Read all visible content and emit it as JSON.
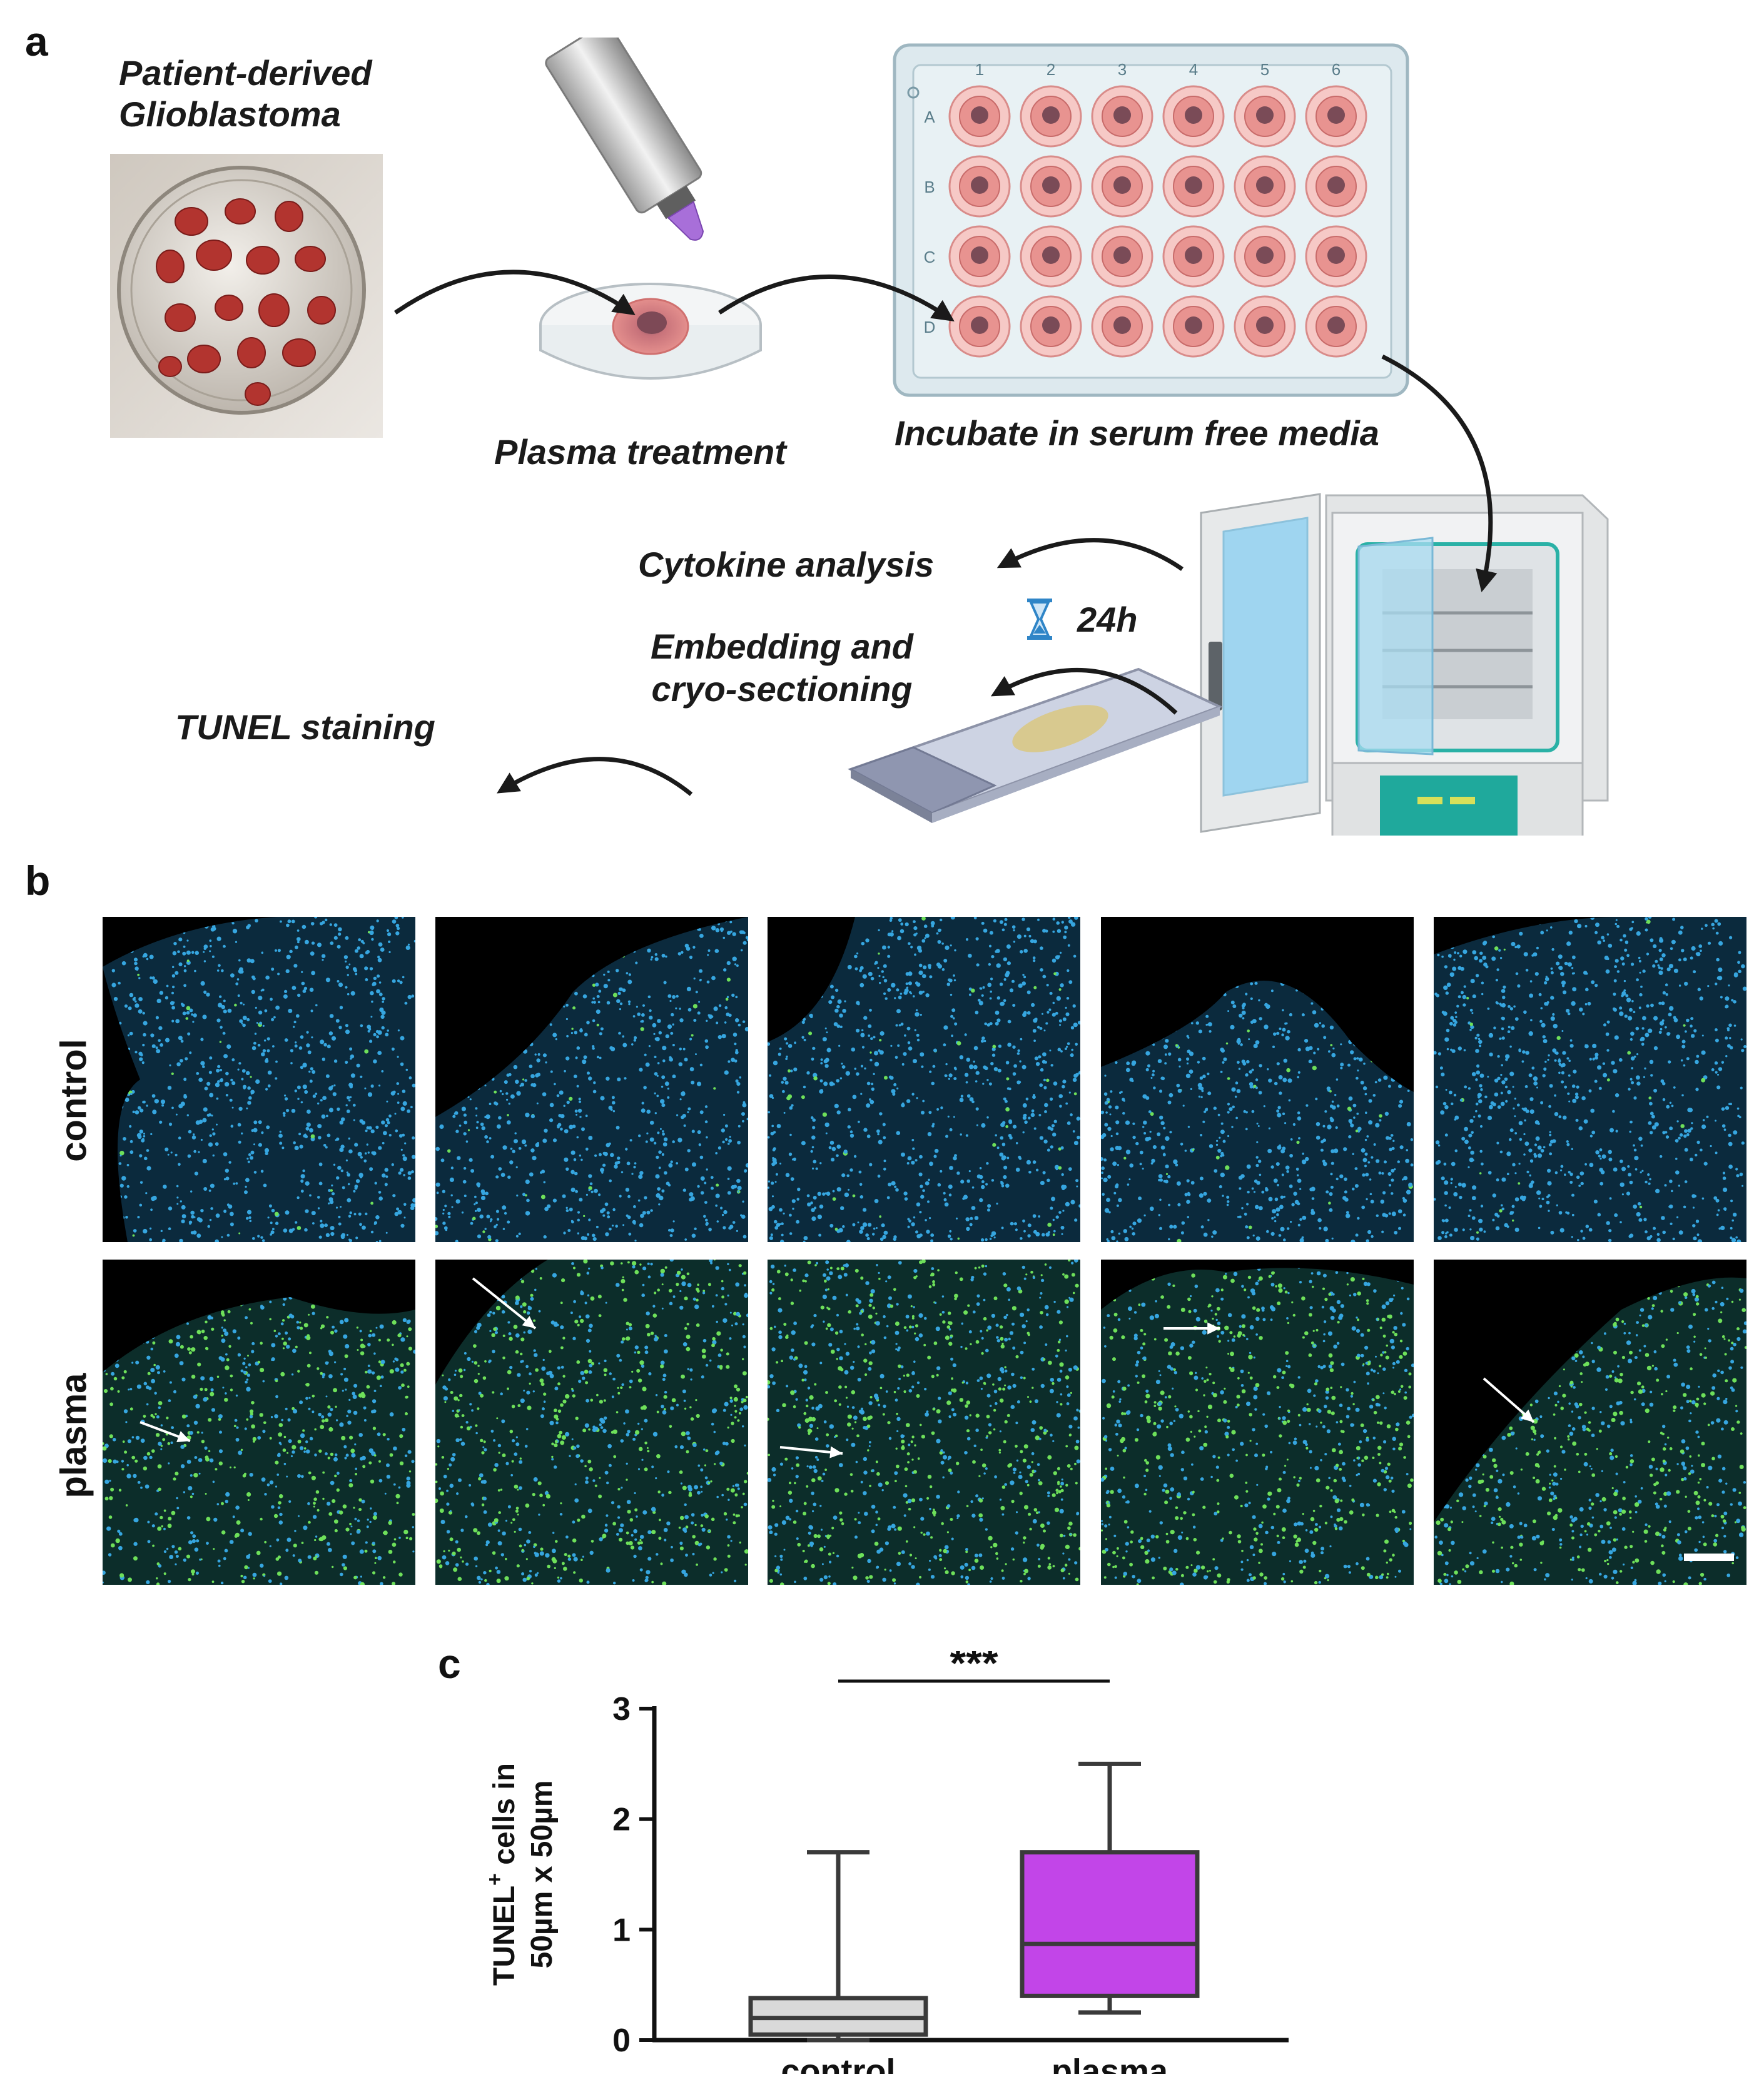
{
  "panels": {
    "a": "a",
    "b": "b",
    "c": "c"
  },
  "workflow": {
    "source_label": "Patient-derived\nGlioblastoma",
    "treatment_label": "Plasma treatment",
    "incubate_label": "Incubate in serum free media",
    "cytokine_label": "Cytokine analysis",
    "time_label": "24h",
    "embedding_label": "Embedding and\ncryo-sectioning",
    "tunel_label": "TUNEL staining",
    "plate_columns": [
      "1",
      "2",
      "3",
      "4",
      "5",
      "6"
    ],
    "plate_rows": [
      "A",
      "B",
      "C",
      "D"
    ]
  },
  "microscopy": {
    "row_labels": [
      "control",
      "plasma"
    ],
    "columns": 5,
    "colors": {
      "nuclei": "#36a6e0",
      "tunel": "#6ee05a",
      "background": "#000000"
    }
  },
  "chart_data": {
    "type": "box",
    "categories": [
      "control",
      "plasma"
    ],
    "ylabel_line1": "TUNEL",
    "ylabel_sup": "+",
    "ylabel_line1_rest": " cells in",
    "ylabel_line2": "50µm x 50µm",
    "yticks": [
      0,
      1,
      2,
      3
    ],
    "ylim": [
      0,
      3
    ],
    "boxes": [
      {
        "name": "control",
        "min": 0,
        "q1": 0.05,
        "median": 0.2,
        "q3": 0.38,
        "max": 1.7,
        "color": "#d9d9d9"
      },
      {
        "name": "plasma",
        "min": 0.25,
        "q1": 0.4,
        "median": 0.87,
        "q3": 1.7,
        "max": 2.5,
        "color": "#c245e8"
      }
    ],
    "significance": "***"
  }
}
